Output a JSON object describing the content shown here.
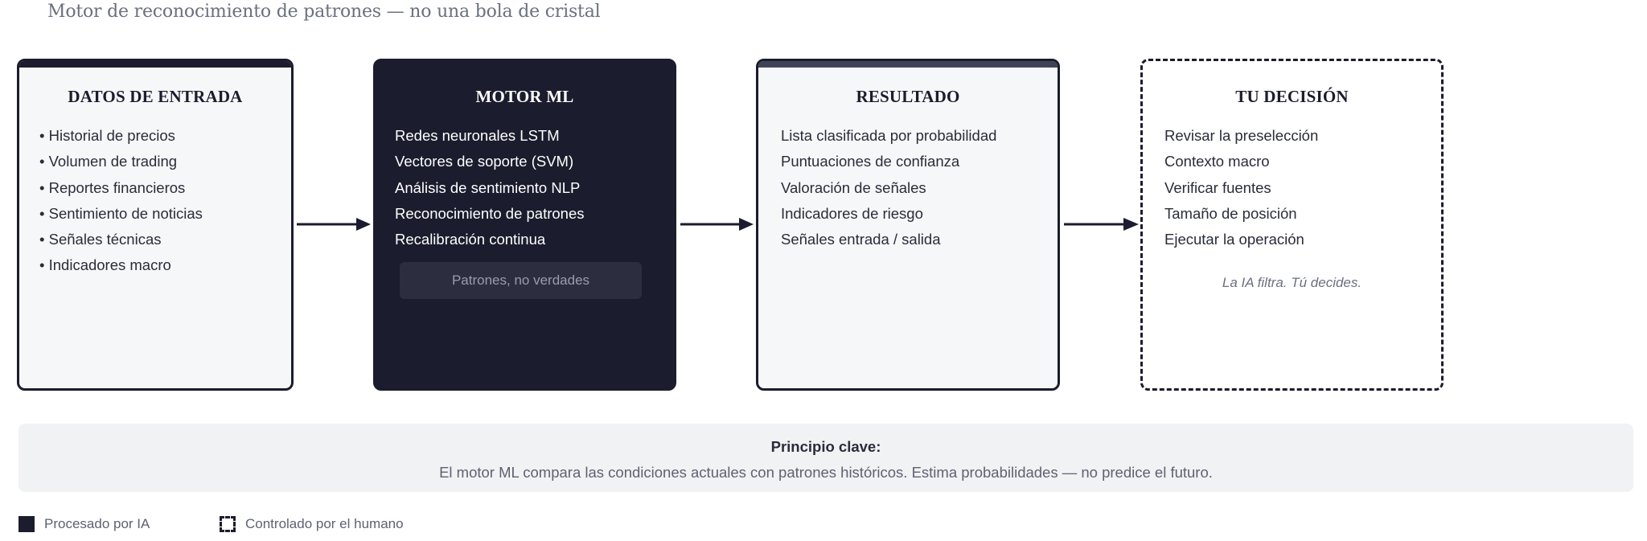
{
  "subtitle": "Motor de reconocimiento de patrones — no una bola de cristal",
  "colors": {
    "dark": "#1b1c2d",
    "slate_band": "#3e4456",
    "light_bg": "#f6f7f9",
    "tag_bg": "#2c2d3f",
    "principle_bg": "#f1f2f4",
    "muted_text": "#6b7080"
  },
  "boxes": [
    {
      "title": "DATOS DE ENTRADA",
      "style": "light-dark-band",
      "items": [
        "• Historial de precios",
        "• Volumen de trading",
        "• Reportes financieros",
        "• Sentimiento de noticias",
        "• Señales técnicas",
        "• Indicadores macro"
      ]
    },
    {
      "title": "MOTOR ML",
      "style": "dark",
      "items": [
        "Redes neuronales LSTM",
        "Vectores de soporte (SVM)",
        "Análisis de sentimiento NLP",
        "Reconocimiento de patrones",
        "Recalibración continua"
      ],
      "tag": "Patrones, no verdades"
    },
    {
      "title": "RESULTADO",
      "style": "light-slate-band",
      "items": [
        "Lista clasificada por probabilidad",
        "Puntuaciones de confianza",
        "Valoración de señales",
        "Indicadores de riesgo",
        "Señales entrada / salida"
      ]
    },
    {
      "title": "TU DECISIÓN",
      "style": "dashed",
      "items": [
        "Revisar la preselección",
        "Contexto macro",
        "Verificar fuentes",
        "Tamaño de posición",
        "Ejecutar la operación"
      ],
      "note": "La IA filtra. Tú decides."
    }
  ],
  "principle": {
    "title": "Principio clave:",
    "text": "El motor ML compara las condiciones actuales con patrones históricos. Estima probabilidades — no predice el futuro."
  },
  "legend": [
    {
      "swatch": "solid",
      "label": "Procesado por IA"
    },
    {
      "swatch": "dashed",
      "label": "Controlado por el humano"
    }
  ]
}
